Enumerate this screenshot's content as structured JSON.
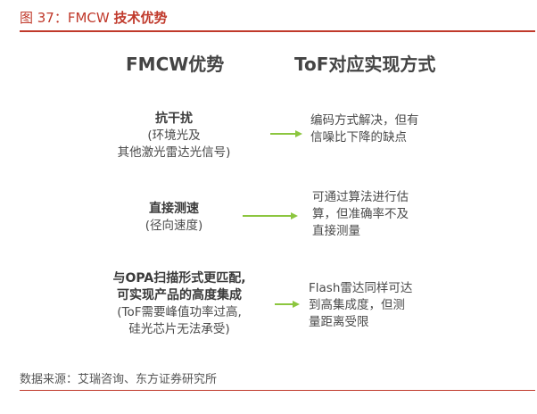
{
  "figure": {
    "number_label": "图 37：",
    "title_main": "FMCW ",
    "title_bold": "技术优势"
  },
  "columns": {
    "left_header": "FMCW优势",
    "right_header": "ToF对应实现方式"
  },
  "rows": [
    {
      "left_bold": [
        "抗干扰"
      ],
      "left_normal": [
        "(环境光及",
        "其他激光雷达光信号)"
      ],
      "right": [
        "编码方式解决，但有",
        "信噪比下降的缺点"
      ]
    },
    {
      "left_bold": [
        "直接测速"
      ],
      "left_normal": [
        "(径向速度)"
      ],
      "right": [
        "可通过算法进行估",
        "算，但准确率不及",
        "直接测量"
      ]
    },
    {
      "left_bold": [
        "与OPA扫描形式更匹配,",
        "可实现产品的高度集成"
      ],
      "left_normal": [
        "(ToF需要峰值功率过高,",
        "硅光芯片无法承受)"
      ],
      "right": [
        "Flash雷达同样可达",
        "到高集成度，但测",
        "量距离受限"
      ]
    }
  ],
  "source": "数据来源：艾瑞咨询、东方证券研究所",
  "colors": {
    "accent_red": "#c0392b",
    "arrow_green": "#8cc63f"
  }
}
